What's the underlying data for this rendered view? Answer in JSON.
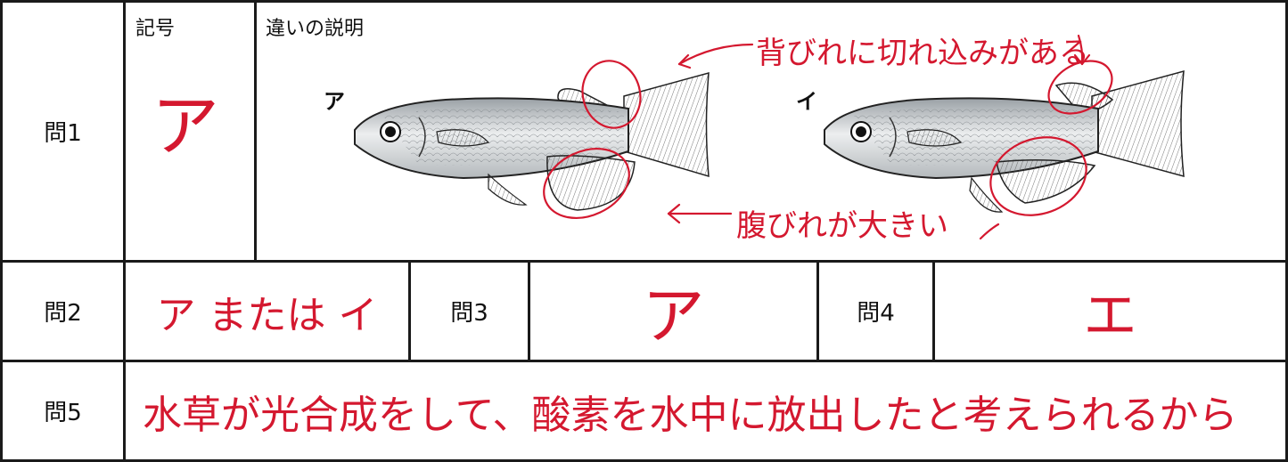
{
  "sheet": {
    "q1": {
      "label": "問1",
      "col_symbol": "記号",
      "col_desc": "違いの説明",
      "answer_symbol": "ア",
      "fish_a_label": "ア",
      "fish_b_label": "イ",
      "note_dorsal": "背びれに切れ込みがある",
      "note_anal": "腹びれが大きい"
    },
    "q2": {
      "label": "問2",
      "answer": "ア または イ"
    },
    "q3": {
      "label": "問3",
      "answer": "ア"
    },
    "q4": {
      "label": "問4",
      "answer": "エ"
    },
    "q5": {
      "label": "問5",
      "answer": "水草が光合成をして、酸素を水中に放出したと考えられるから"
    },
    "colors": {
      "border": "#1a1a1a",
      "handwriting": "#d4182f",
      "fish_body": "#cfd3d6"
    }
  }
}
